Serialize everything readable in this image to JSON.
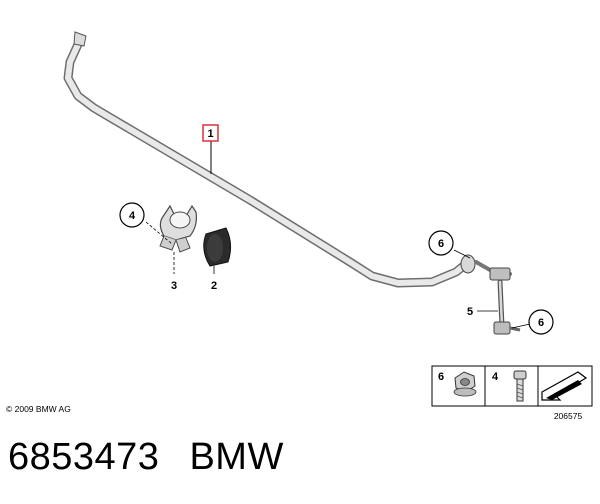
{
  "diagram": {
    "callouts": {
      "part_1": "1",
      "part_2": "2",
      "part_3": "3",
      "part_4": "4",
      "part_5": "5",
      "part_6_top": "6",
      "part_6_right": "6"
    },
    "legend": {
      "nut_number": "6",
      "bolt_number": "4"
    },
    "image_number": "206575",
    "copyright": "© 2009 BMW AG",
    "accent_color": "#d9232e"
  },
  "footer": {
    "part_number": "6853473",
    "brand": "BMW"
  }
}
